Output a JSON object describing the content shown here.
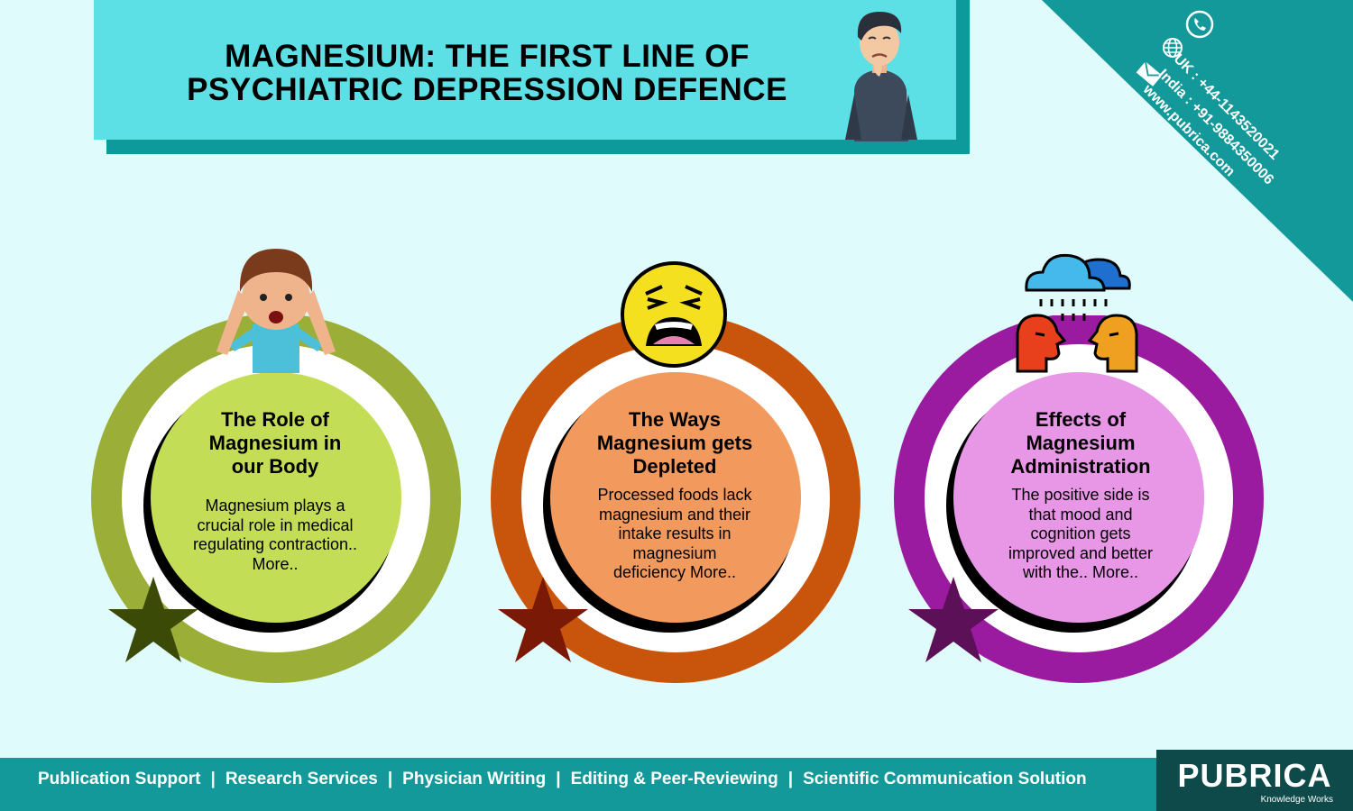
{
  "header": {
    "title": "MAGNESIUM: THE FIRST LINE OF\nPSYCHIATRIC DEPRESSION DEFENCE"
  },
  "contact": {
    "uk": "UK     : +44-1143520021",
    "india": "India : +91-9884350006",
    "website": "www.pubrica.com"
  },
  "cards": [
    {
      "title": "The Role of\nMagnesium in\nour Body",
      "body": "Magnesium plays a\ncrucial role in medical\nregulating contraction..\nMore..",
      "ring_color": "#9aae38",
      "inner_color": "#c4dd57",
      "star_color": "#3c4a08"
    },
    {
      "title": "The Ways\nMagnesium gets\nDepleted",
      "body": "Processed foods lack\nmagnesium and their\nintake results in\nmagnesium\ndeficiency More..",
      "ring_color": "#c9540b",
      "inner_color": "#f29a5e",
      "star_color": "#7a1a06"
    },
    {
      "title": "Effects of\nMagnesium\nAdministration",
      "body": "The positive side is\nthat mood and\ncognition gets\nimproved and better\nwith the.. More..",
      "ring_color": "#9a1aa0",
      "inner_color": "#e896e6",
      "star_color": "#5c1058"
    }
  ],
  "footer": {
    "links": [
      "Publication Support",
      "Research Services",
      "Physician Writing",
      "Editing & Peer-Reviewing",
      "Scientific  Communication Solution"
    ],
    "separator": "|"
  },
  "logo": {
    "name": "PUBRICA",
    "tagline": "Knowledge Works"
  },
  "colors": {
    "background": "#e0fbfb",
    "title_box": "#5ce0e6",
    "teal": "#13999a"
  },
  "icons": [
    "phone-icon",
    "globe-icon",
    "mail-icon",
    "worried-man-icon",
    "stressed-boy-icon",
    "anguished-face-icon",
    "rain-cloud-icon",
    "arguing-heads-icon",
    "star-icon"
  ]
}
